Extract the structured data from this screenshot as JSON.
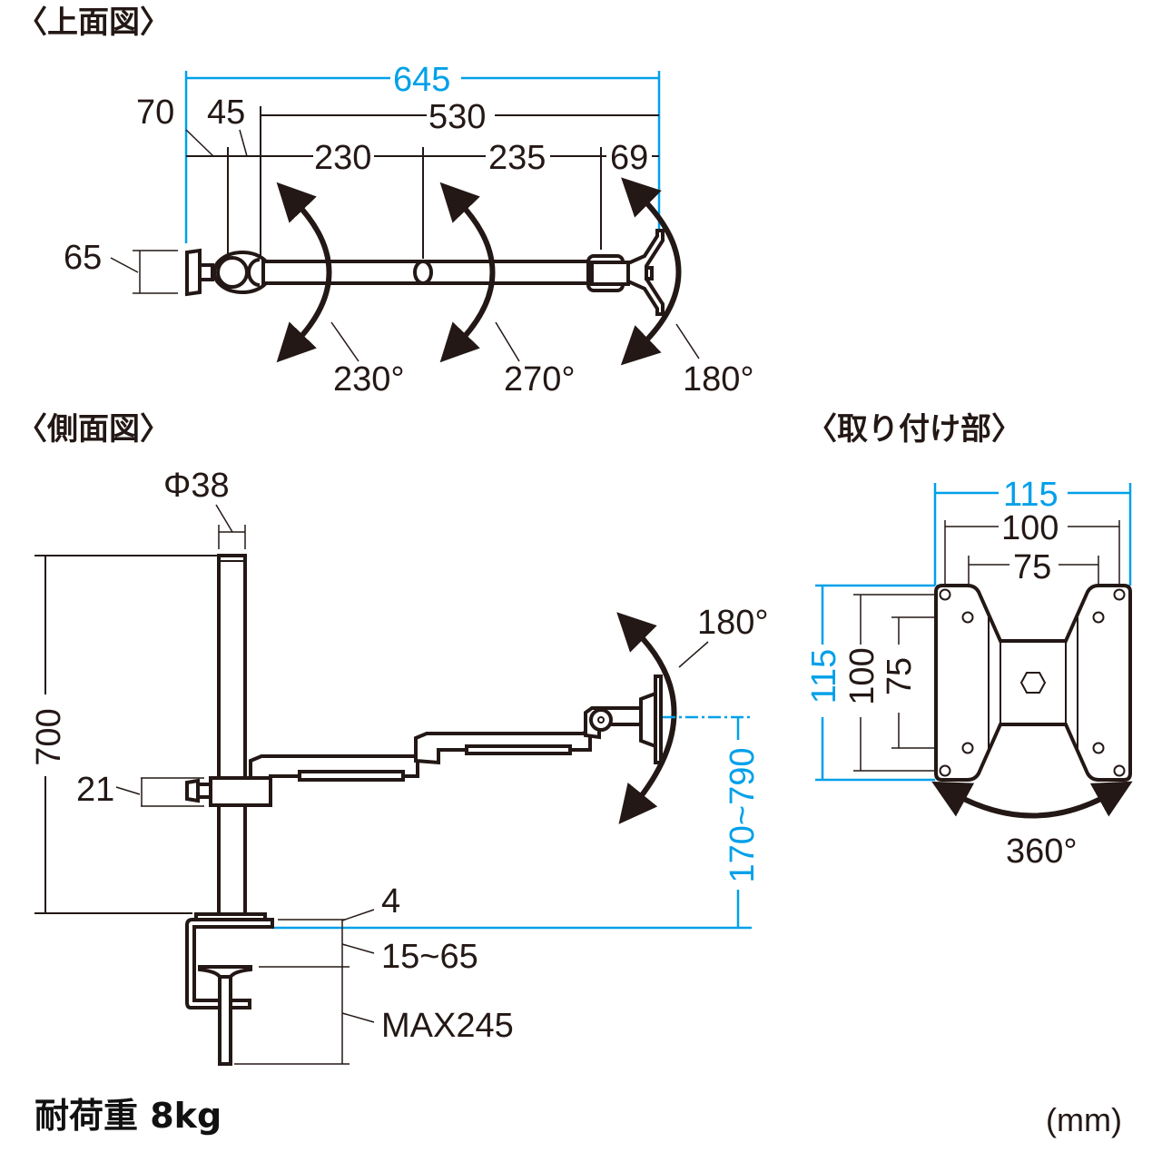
{
  "colors": {
    "ink": "#231815",
    "accent": "#00a0e9"
  },
  "top_view": {
    "title": "〈上面図〉",
    "total_length": "645",
    "arm_length": "530",
    "dim_70": "70",
    "dim_45": "45",
    "dim_230": "230",
    "dim_235": "235",
    "dim_69": "69",
    "clamp_height": "65",
    "rotation_1": "230°",
    "rotation_2": "270°",
    "rotation_3": "180°"
  },
  "side_view": {
    "title": "〈側面図〉",
    "pole_diameter": "Φ38",
    "pole_height": "700",
    "holder_height": "21",
    "tilt": "180°",
    "height_range": "170~790",
    "plate_thickness": "4",
    "desk_thickness": "15~65",
    "max_depth": "MAX245"
  },
  "mount_view": {
    "title": "〈取り付け部〉",
    "width_total": "115",
    "width_vesa100": "100",
    "width_vesa75": "75",
    "height_total": "115",
    "height_vesa100": "100",
    "height_vesa75": "75",
    "rotation": "360°"
  },
  "footer": {
    "load_capacity": "耐荷重 8kg",
    "unit": "(mm)"
  }
}
